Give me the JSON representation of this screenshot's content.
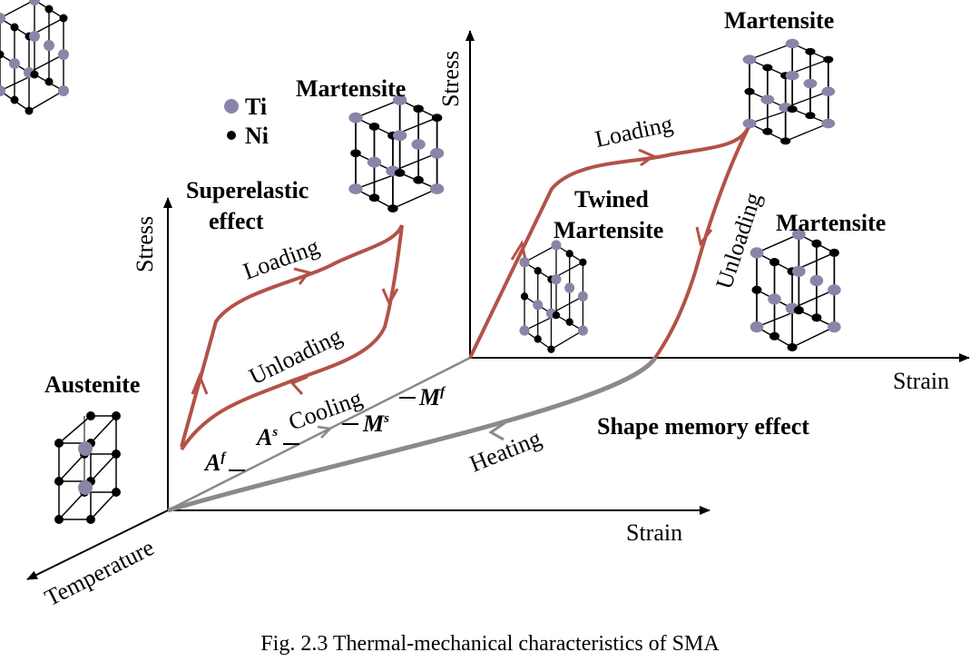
{
  "caption": "Fig. 2.3 Thermal-mechanical characteristics of SMA",
  "colors": {
    "curve": "#b35247",
    "temperature_path": "#8a8a8a",
    "ti_atom": "#8c84a8",
    "ni_atom": "#000000"
  },
  "legend": [
    {
      "symbol": "ti-atom",
      "label": "Ti"
    },
    {
      "symbol": "ni-atom",
      "label": "Ni"
    }
  ],
  "superelastic": {
    "title_line1": "Superelastic",
    "title_line2": "effect",
    "axis_stress": "Stress",
    "axis_strain": "Strain",
    "axis_temperature": "Temperature",
    "loading": "Loading",
    "unloading": "Unloading",
    "austenite": "Austenite",
    "martensite": "Martensite"
  },
  "temperatures": {
    "cooling": "Cooling",
    "Af": {
      "main": "A",
      "sup": "f"
    },
    "As": {
      "main": "A",
      "sup": "s"
    },
    "Ms": {
      "main": "M",
      "sup": "s"
    },
    "Mf": {
      "main": "M",
      "sup": "f"
    }
  },
  "shape_memory": {
    "title": "Shape memory effect",
    "axis_stress": "Stress",
    "axis_strain": "Strain",
    "loading": "Loading",
    "unloading": "Unloading",
    "heating": "Heating",
    "twined_line1": "Twined",
    "twined_line2": "Martensite",
    "martensite_top": "Martensite",
    "martensite_right": "Martensite"
  }
}
